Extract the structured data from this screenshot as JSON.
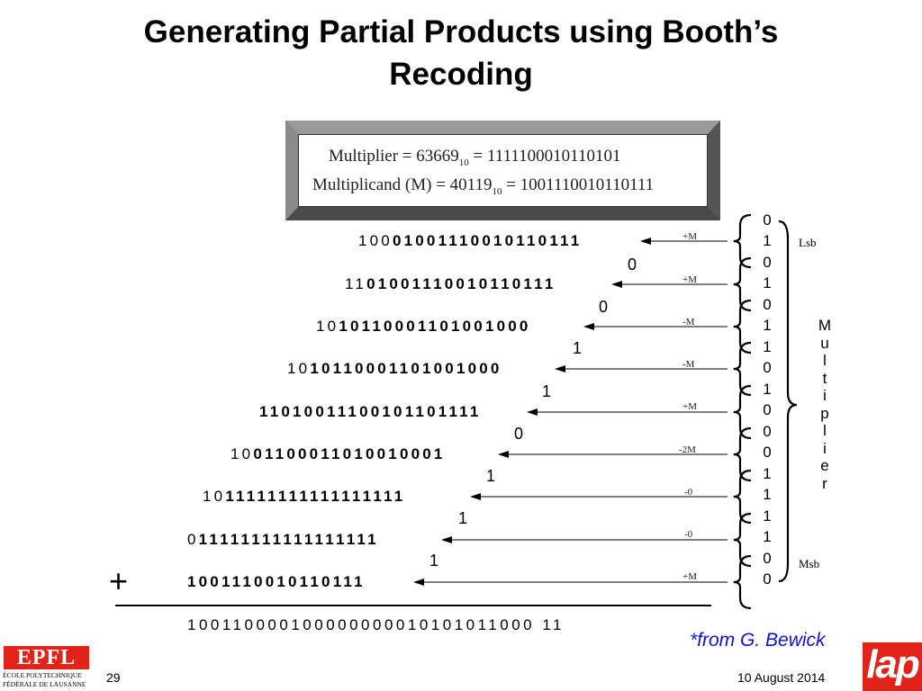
{
  "slide": {
    "title_line1": "Generating Partial Products using Booth’s",
    "title_line2": "Recoding",
    "credit": "*from G. Bewick",
    "page_number": "29",
    "date": "10 August 2014"
  },
  "operands": {
    "multiplier": {
      "label": "Multiplier = 63669",
      "base": "10",
      "binary": " = 1111100010110101"
    },
    "multiplicand": {
      "label": "Multiplicand (M) = 40119",
      "base": "10",
      "binary": " = 1001110010110111"
    }
  },
  "partial_products": [
    {
      "lead": "100",
      "bits": "01001110010110111",
      "op": "+M",
      "carry": "0"
    },
    {
      "lead": "11",
      "bits": "01001110010110111",
      "op": "+M",
      "carry": "0"
    },
    {
      "lead": "10",
      "bits": "10110001101001000",
      "op": "-M",
      "carry": "1"
    },
    {
      "lead": "10",
      "bits": "10110001101001000",
      "op": "-M",
      "carry": "1"
    },
    {
      "lead": "",
      "bits": "11010011100101101111",
      "op": "+M",
      "carry": "0"
    },
    {
      "lead": "10",
      "bits": "01100011010010001",
      "op": "-2M",
      "carry": "1"
    },
    {
      "lead": "10",
      "bits": "11111111111111111",
      "op": "-0",
      "carry": "1"
    },
    {
      "lead": "0",
      "bits": "11111111111111111",
      "op": "-0",
      "carry": "1"
    },
    {
      "lead": "",
      "bits": "1001110010110111",
      "op": "+M",
      "carry": ""
    }
  ],
  "result": "100110000100000000010101011000 11",
  "plus_sign": "+",
  "multiplier_bits": [
    "0",
    "1",
    "0",
    "1",
    "0",
    "1",
    "1",
    "0",
    "1",
    "0",
    "0",
    "0",
    "1",
    "1",
    "1",
    "1",
    "0",
    "0"
  ],
  "multiplier_label_letters": [
    "M",
    "u",
    "l",
    "t",
    "i",
    "p",
    "l",
    "i",
    "e",
    "r"
  ],
  "lsb_label": "Lsb",
  "msb_label": "Msb",
  "logos": {
    "left_name": "EPFL",
    "left_line1": "ÉCOLE POLYTECHNIQUE",
    "left_line2": "FÉDÉRALE DE LAUSANNE",
    "right_name": "lap"
  }
}
